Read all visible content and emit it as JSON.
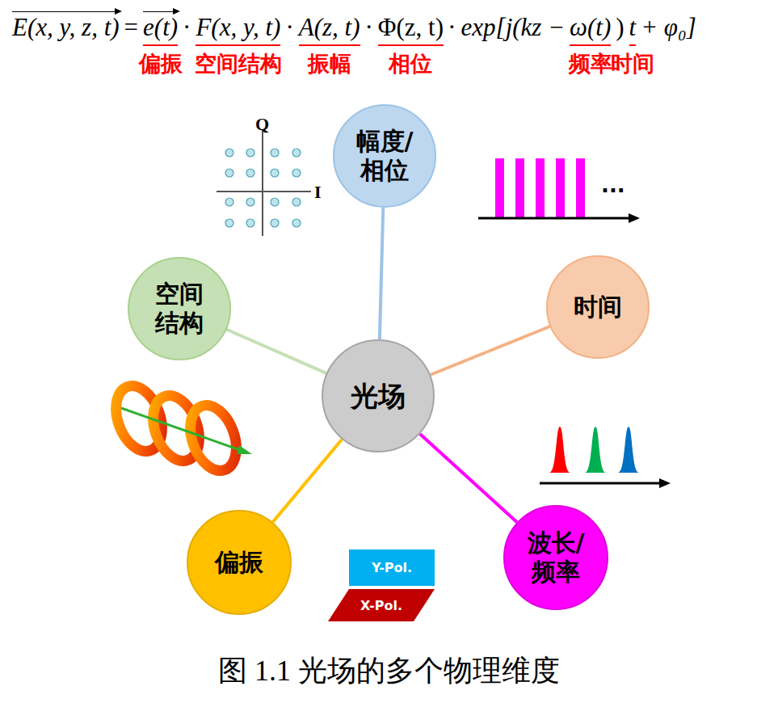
{
  "diagram": {
    "caption": "图 1.1 光场的多个物理维度",
    "nodes": [
      {
        "text": [
          "光场"
        ]
      },
      {
        "text": [
          "幅度/ 相位"
        ]
      },
      {
        "text": [
          "时间"
        ]
      },
      {
        "text": [
          "波长/ 频率"
        ]
      },
      {
        "text": [
          "偏振"
        ]
      },
      {
        "text": [
          "空间 结构"
        ]
      },
      {
        "text": [
          "Y-Pol."
        ]
      },
      {
        "text": [
          "X-Pol."
        ]
      }
    ],
    "edges": [
      {
        "from": 0,
        "to": 1,
        "arrow": "none"
      },
      {
        "from": 0,
        "to": 2,
        "arrow": "none"
      },
      {
        "from": 0,
        "to": 3,
        "arrow": "none"
      },
      {
        "from": 0,
        "to": 4,
        "arrow": "none"
      },
      {
        "from": 0,
        "to": 5,
        "arrow": "none"
      }
    ],
    "labels": [
      "E(x, y, z, t)",
      "=",
      "e(t)",
      "·",
      "F(x, y, t)",
      "·",
      "A(z, t)",
      "·",
      "Φ(z, t)",
      "· exp[j(kz −",
      "ω(t)",
      ")",
      "t",
      "+ φ₀]",
      "偏振",
      "空间结构",
      "振幅",
      "相位",
      "频率",
      "时间",
      "Q",
      "I",
      "..."
    ]
  }
}
